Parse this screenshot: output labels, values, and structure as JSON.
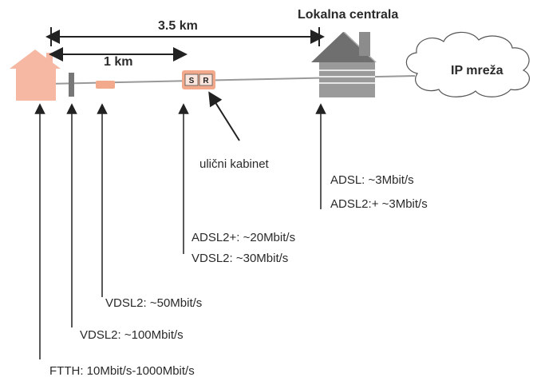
{
  "distances": {
    "total": "3.5 km",
    "short": "1 km"
  },
  "central_office": {
    "label": "Lokalna centrala"
  },
  "cloud": {
    "label": "IP mreža"
  },
  "cabinet": {
    "badge_s": "S",
    "badge_r": "R",
    "label": "ulični kabinet"
  },
  "speeds": {
    "adsl": "ADSL: ~3Mbit/s",
    "adsl2plus_central": "ADSL2:+ ~3Mbit/s",
    "adsl2plus_cabinet": "ADSL2+: ~20Mbit/s",
    "vdsl2_cabinet": "VDSL2: ~30Mbit/s",
    "vdsl2_node": "VDSL2: ~50Mbit/s",
    "vdsl2_pole": "VDSL2: ~100Mbit/s",
    "ftth": "FTTH: 10Mbit/s-1000Mbit/s"
  },
  "colors": {
    "home": "#f6b8a3",
    "cabinet": "#f3a98b",
    "central": "#8c8c8c",
    "line": "#999999",
    "arrow": "#222222"
  }
}
